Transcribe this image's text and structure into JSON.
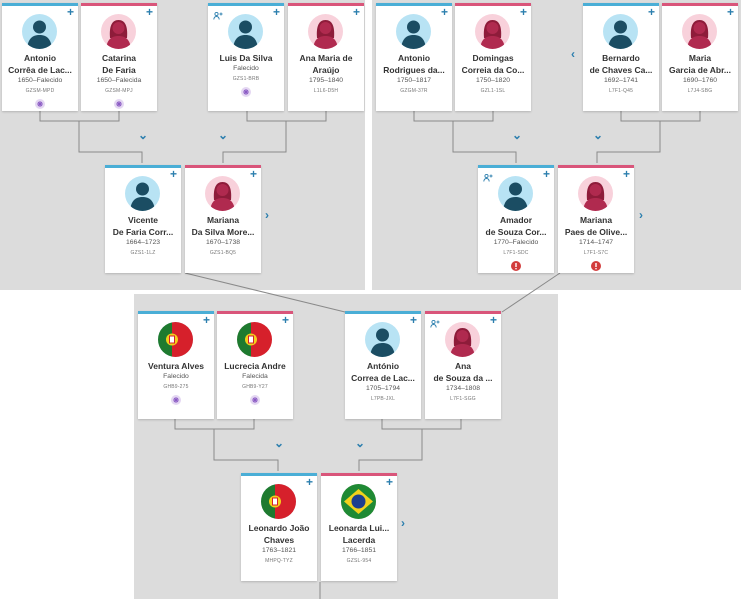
{
  "colors": {
    "male_accent": "#4aaed6",
    "female_accent": "#d9557a",
    "panel": "#dcdcdc",
    "link": "#2c7fae"
  },
  "icons": {
    "add": "+",
    "expand_down": "⌄",
    "expand_right": "›",
    "expand_left": "‹"
  },
  "cards": [
    {
      "id": "antonio-correa",
      "sex": "male",
      "avatar": "person-silhouette-icon",
      "line1": "Antonio",
      "line2": "Corrêa de Lac...",
      "dates": "1650–Falecido",
      "pid": "GZSM-MPD",
      "badge": "temple",
      "share": false
    },
    {
      "id": "catarina-de-faria",
      "sex": "female",
      "avatar": "person-silhouette-icon",
      "line1": "Catarina",
      "line2": "De Faria",
      "dates": "1650–Falecida",
      "pid": "GZSM-MPJ",
      "badge": "temple",
      "share": false
    },
    {
      "id": "luis-da-silva",
      "sex": "male",
      "avatar": "person-silhouette-icon",
      "line1": "Luis Da Silva",
      "line2": "",
      "dates": "Falecido",
      "pid": "GZS1-BRB",
      "badge": "temple",
      "share": true
    },
    {
      "id": "ana-maria-de-araujo",
      "sex": "female",
      "avatar": "person-silhouette-icon",
      "line1": "Ana Maria de",
      "line2": "Araújo",
      "dates": "1795–1840",
      "pid": "L1L6-D5H",
      "badge": "none",
      "share": false
    },
    {
      "id": "antonio-rodrigues",
      "sex": "male",
      "avatar": "person-silhouette-icon",
      "line1": "Antonio",
      "line2": "Rodrigues da...",
      "dates": "1750–1817",
      "pid": "GZGM-37R",
      "badge": "none",
      "share": false
    },
    {
      "id": "domingas-correia",
      "sex": "female",
      "avatar": "person-silhouette-icon",
      "line1": "Domingas",
      "line2": "Correia da Co...",
      "dates": "1750–1820",
      "pid": "GZL1-1SL",
      "badge": "none",
      "share": false
    },
    {
      "id": "bernardo-de-chaves",
      "sex": "male",
      "avatar": "person-silhouette-icon",
      "line1": "Bernardo",
      "line2": "de Chaves Ca...",
      "dates": "1692–1741",
      "pid": "L7F1-Q45",
      "badge": "none",
      "share": false
    },
    {
      "id": "maria-garcia",
      "sex": "female",
      "avatar": "person-silhouette-icon",
      "line1": "Maria",
      "line2": "Garcia de Abr...",
      "dates": "1690–1760",
      "pid": "L7J4-SBG",
      "badge": "none",
      "share": false
    },
    {
      "id": "vicente-de-faria",
      "sex": "male",
      "avatar": "person-silhouette-icon",
      "line1": "Vicente",
      "line2": "De Faria Corr...",
      "dates": "1664–1723",
      "pid": "GZS1-1LZ",
      "badge": "none",
      "share": false
    },
    {
      "id": "mariana-da-silva",
      "sex": "female",
      "avatar": "person-silhouette-icon",
      "line1": "Mariana",
      "line2": "Da Silva More...",
      "dates": "1670–1738",
      "pid": "GZS1-BQ5",
      "badge": "none",
      "share": false
    },
    {
      "id": "amador-de-souza",
      "sex": "male",
      "avatar": "person-silhouette-icon",
      "line1": "Amador",
      "line2": "de Souza Cor...",
      "dates": "1770–Falecido",
      "pid": "L7F1-SDC",
      "badge": "warn",
      "share": true
    },
    {
      "id": "mariana-paes",
      "sex": "female",
      "avatar": "person-silhouette-icon",
      "line1": "Mariana",
      "line2": "Paes de Olive...",
      "dates": "1714–1747",
      "pid": "L7F1-S7C",
      "badge": "warn",
      "share": false
    },
    {
      "id": "ventura-alves",
      "sex": "male",
      "avatar": "portugal-flag-icon",
      "line1": "Ventura Alves",
      "line2": "",
      "dates": "Falecido",
      "pid": "GHB9-275",
      "badge": "temple",
      "share": false
    },
    {
      "id": "lucrecia-andre",
      "sex": "female",
      "avatar": "portugal-flag-icon",
      "line1": "Lucrecia Andre",
      "line2": "",
      "dates": "Falecida",
      "pid": "GHB9-Y27",
      "badge": "temple",
      "share": false
    },
    {
      "id": "antonio-correa-de-lac",
      "sex": "male",
      "avatar": "person-silhouette-icon",
      "line1": "António",
      "line2": "Correa de Lac...",
      "dates": "1705–1794",
      "pid": "L7PB-JXL",
      "badge": "none",
      "share": false
    },
    {
      "id": "ana-de-souza",
      "sex": "female",
      "avatar": "person-silhouette-icon",
      "line1": "Ana",
      "line2": "de Souza da ...",
      "dates": "1734–1808",
      "pid": "L7F1-SGG",
      "badge": "none",
      "share": true
    },
    {
      "id": "leonardo-joao-chaves",
      "sex": "male",
      "avatar": "portugal-flag-icon",
      "line1": "Leonardo João",
      "line2": "Chaves",
      "dates": "1763–1821",
      "pid": "MHPQ-TYZ",
      "badge": "none",
      "share": false
    },
    {
      "id": "leonarda-lacerda",
      "sex": "female",
      "avatar": "brazil-flag-icon",
      "line1": "Leonarda Lui...",
      "line2": "Lacerda",
      "dates": "1766–1851",
      "pid": "GZSL-954",
      "badge": "none",
      "share": false
    }
  ]
}
